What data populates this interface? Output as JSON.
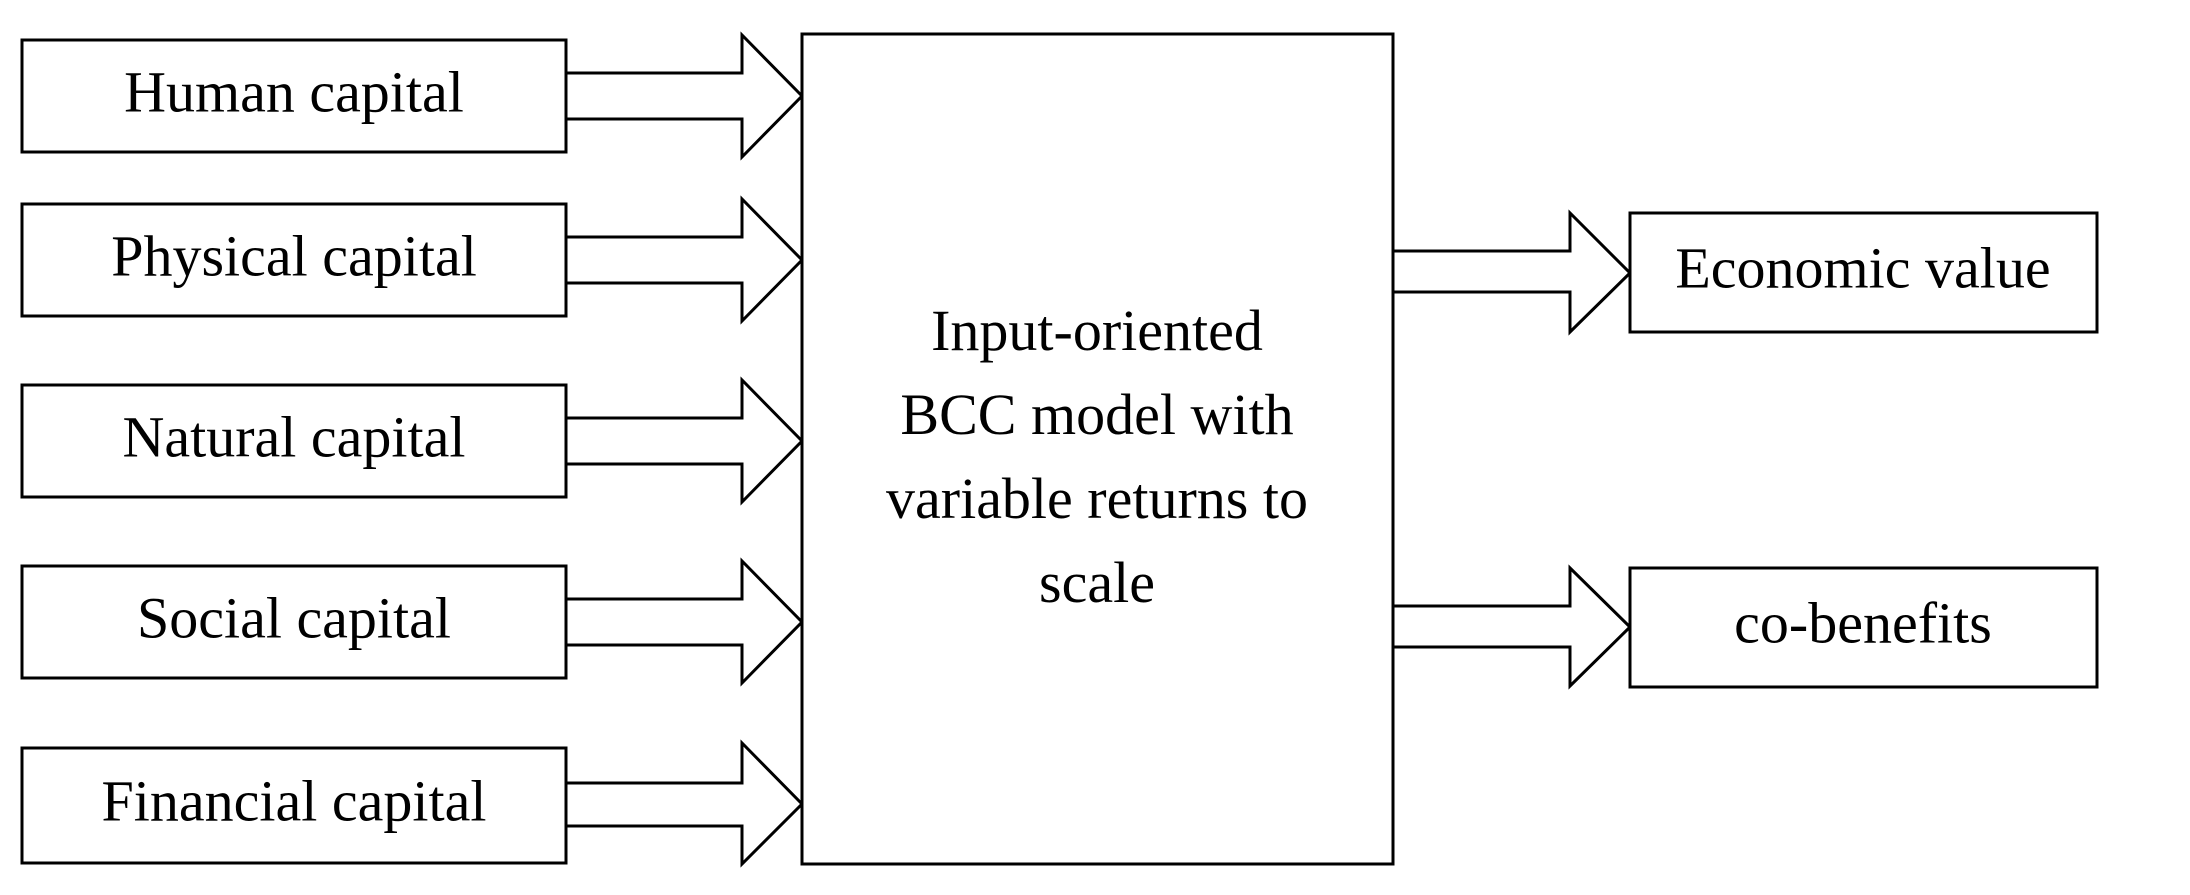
{
  "diagram": {
    "title": "Input-oriented BCC DEA model flow diagram",
    "background_color": "#ffffff",
    "line_color": "#000000",
    "box_fill_color": "#ffffff",
    "inputs": [
      {
        "label": "Human capital"
      },
      {
        "label": "Physical capital"
      },
      {
        "label": "Natural capital"
      },
      {
        "label": "Social capital"
      },
      {
        "label": "Financial capital"
      }
    ],
    "process": {
      "lines": [
        "Input-oriented",
        "BCC model with",
        "variable returns to",
        "scale"
      ]
    },
    "outputs": [
      {
        "label": "Economic value"
      },
      {
        "label": "co-benefits"
      }
    ],
    "arrows": {
      "input_arrow_name": "block-arrow-right",
      "output_arrow_name": "block-arrow-right",
      "count_in": 5,
      "count_out": 2
    }
  }
}
